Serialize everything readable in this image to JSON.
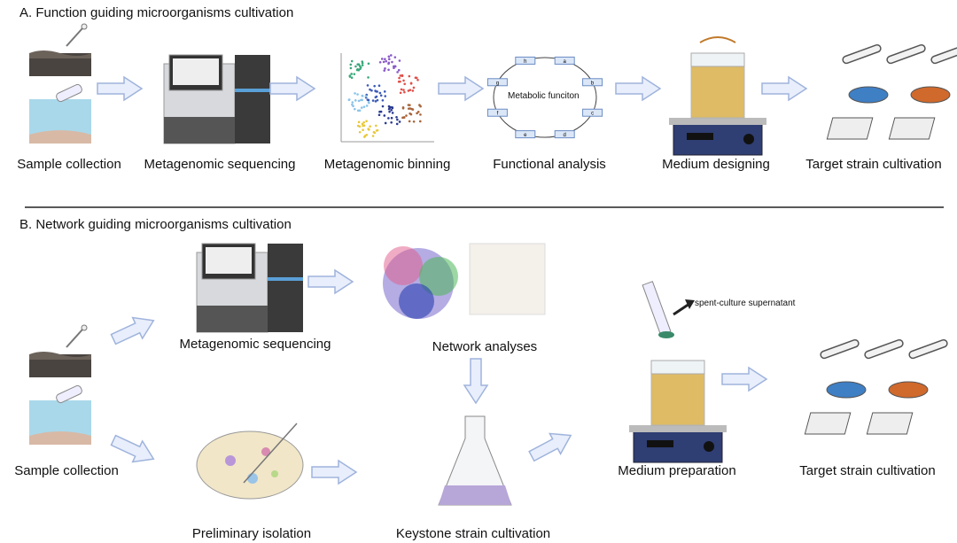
{
  "section_a": {
    "title": "A. Function guiding microorganisms cultivation",
    "steps": [
      "Sample collection",
      "Metagenomic sequencing",
      "Metagenomic binning",
      "Functional analysis",
      "Medium designing",
      "Target strain cultivation"
    ],
    "cycle_label": "Metabolic funciton",
    "cycle_nodes": [
      "h",
      "a",
      "b",
      "c",
      "d",
      "e",
      "f",
      "g"
    ]
  },
  "section_b": {
    "title": "B. Network guiding microorganisms cultivation",
    "steps": {
      "sequencing": "Metagenomic sequencing",
      "network": "Network analyses",
      "sample": "Sample collection",
      "medium": "Medium preparation",
      "target": "Target strain cultivation",
      "isolation": "Preliminary isolation",
      "keystone": "Keystone strain cultivation"
    },
    "syringe_label": "spent-culture supernatant"
  },
  "colors": {
    "arrow_fill": "#e8eefb",
    "arrow_stroke": "#9fb3dc",
    "soil": "#4a4440",
    "water": "#a9d8ea",
    "broth": "#d9b04a",
    "plate_blue": "#3f7fc4",
    "plate_orange": "#d0692c",
    "flask_liquid": "#b7a6d8"
  }
}
